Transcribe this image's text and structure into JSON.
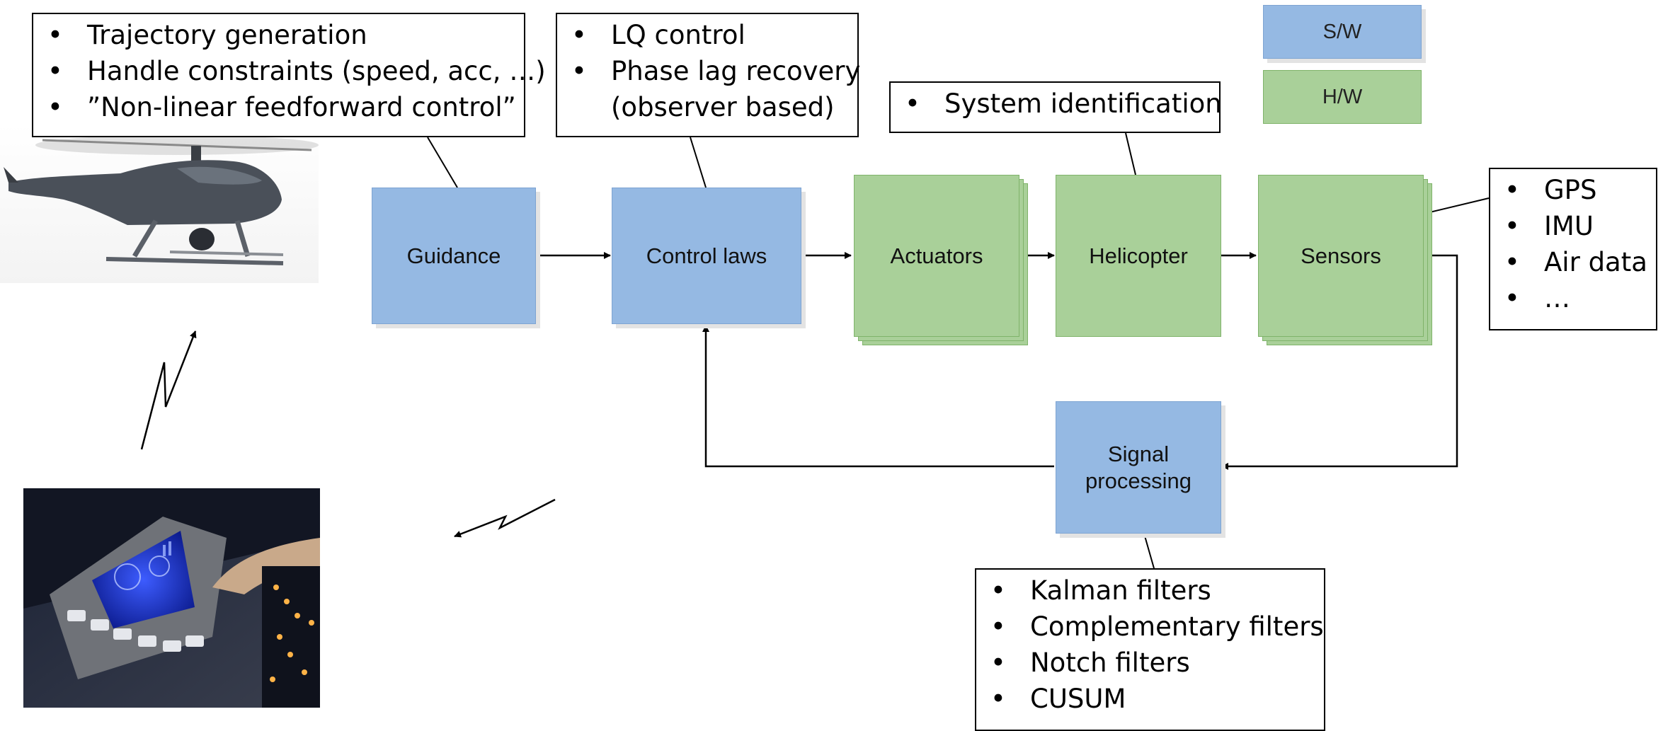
{
  "legend": {
    "sw": "S/W",
    "hw": "H/W"
  },
  "colors": {
    "sw": "#95b9e3",
    "hw": "#a9d099"
  },
  "blocks": {
    "guidance": "Guidance",
    "control_laws": "Control laws",
    "actuators": "Actuators",
    "helicopter": "Helicopter",
    "sensors": "Sensors",
    "signal_processing_line1": "Signal",
    "signal_processing_line2": "processing"
  },
  "notes": {
    "guidance": [
      "Trajectory generation",
      "Handle constraints (speed, acc, …)",
      "”Non-linear feedforward control”"
    ],
    "control": [
      "LQ control",
      "Phase lag recovery",
      "(observer based)"
    ],
    "helicopter": [
      "System identification"
    ],
    "sensors": [
      "GPS",
      "IMU",
      "Air data",
      "…"
    ],
    "signal": [
      "Kalman filters",
      "Complementary filters",
      "Notch filters",
      "CUSUM"
    ]
  },
  "images": {
    "uav": "helicopter-photo",
    "ground_station": "ground-station-photo"
  }
}
